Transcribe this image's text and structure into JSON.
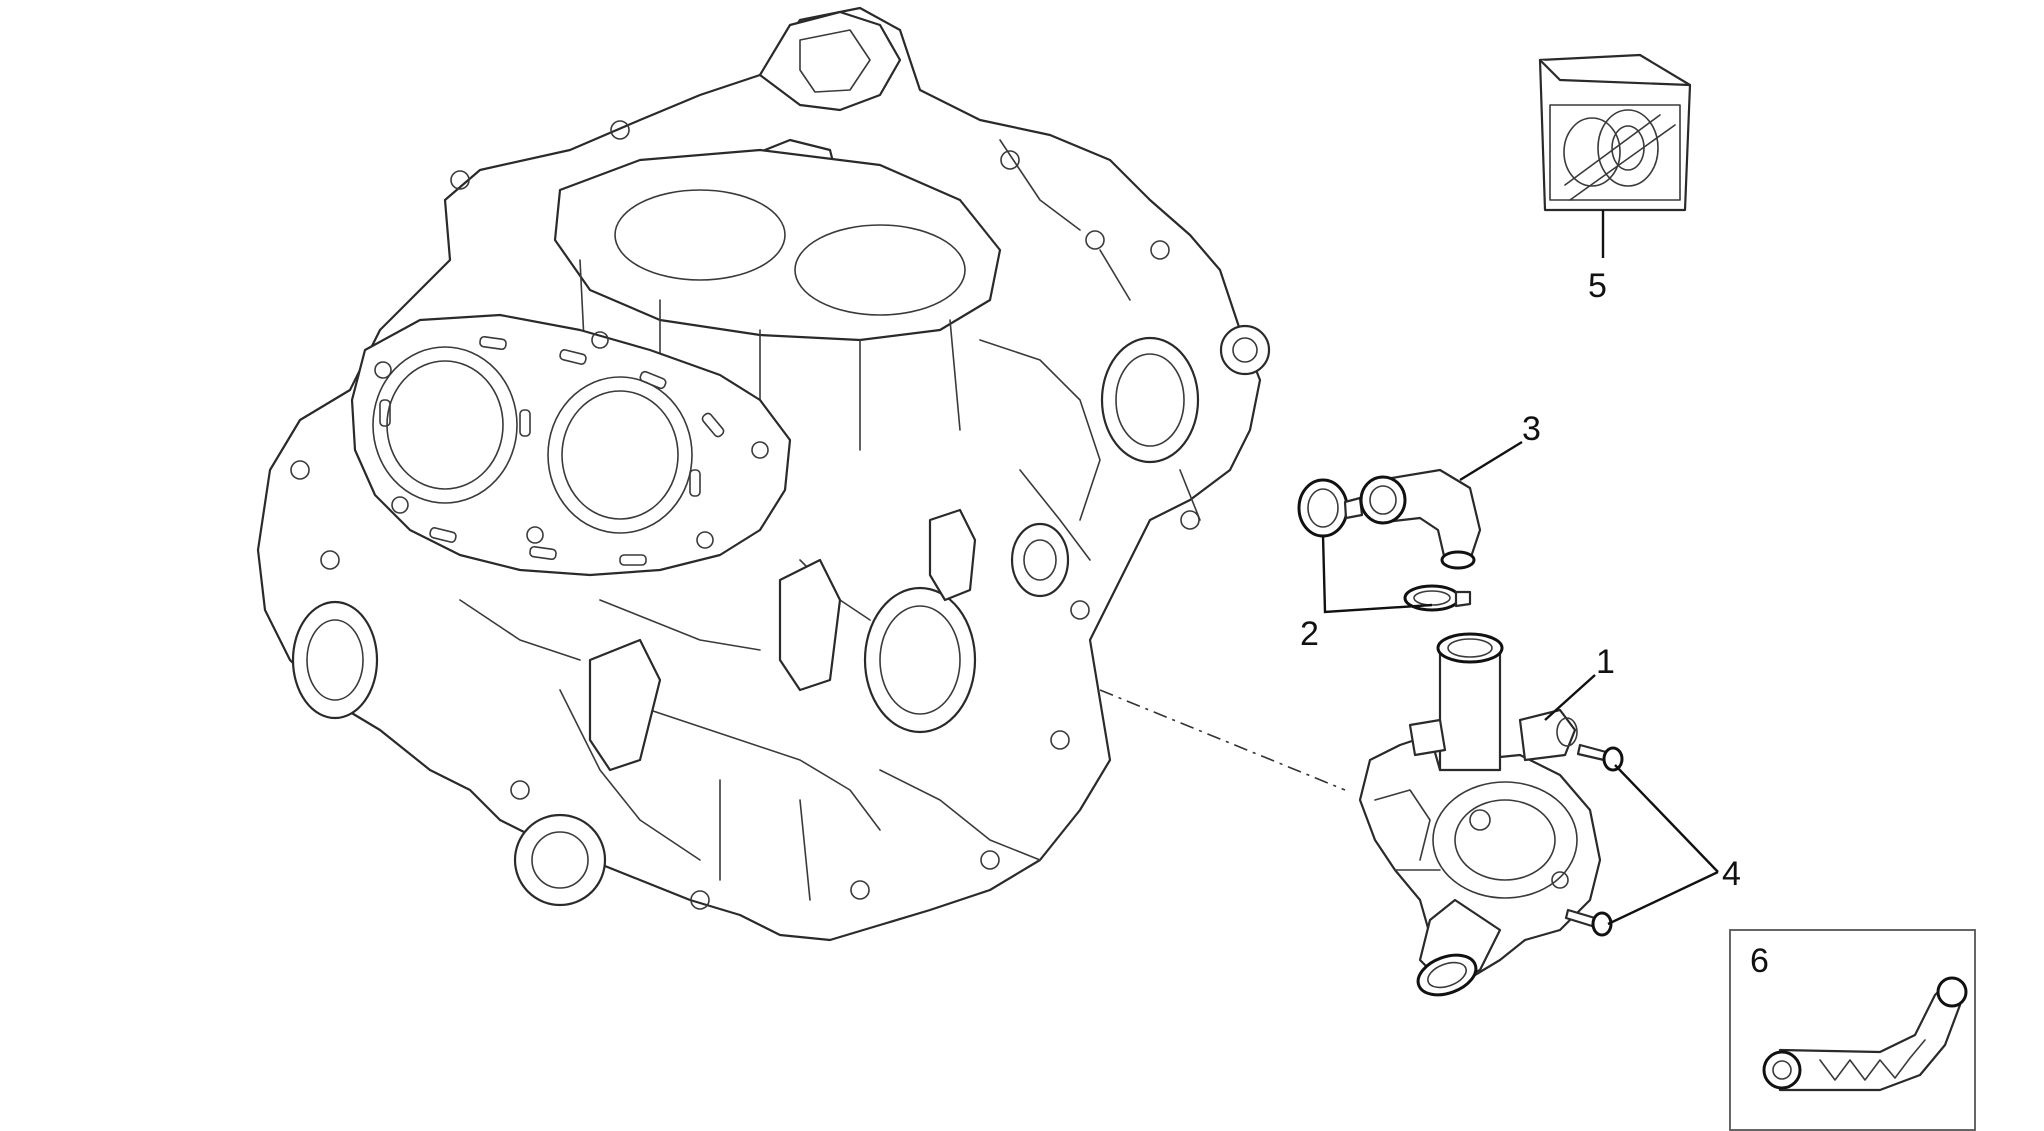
{
  "diagram": {
    "callouts": {
      "c1": "1",
      "c2": "2",
      "c3": "3",
      "c4": "4",
      "c5": "5",
      "c6": "6"
    }
  },
  "colors": {
    "line": "#2a2a2a",
    "background": "#ffffff"
  }
}
